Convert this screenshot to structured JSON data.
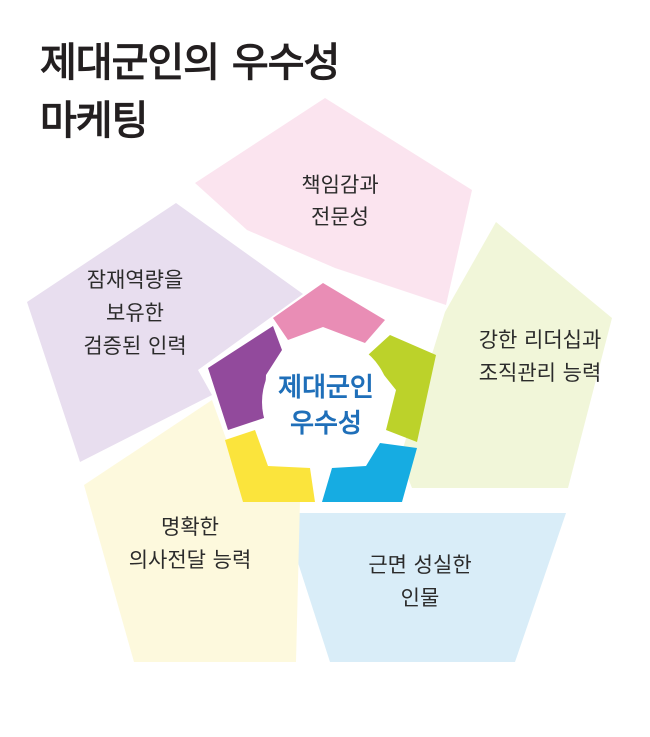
{
  "title": {
    "line1": "제대군인의 우수성",
    "line2": "마케팅"
  },
  "center": {
    "line1": "제대군인",
    "line2": "우수성"
  },
  "segments": [
    {
      "lines": [
        "책임감과",
        "전문성"
      ],
      "panel_color": "#fbe4ef",
      "ring_color": "#e98db5"
    },
    {
      "lines": [
        "강한 리더십과",
        "조직관리 능력"
      ],
      "panel_color": "#f1f6d9",
      "ring_color": "#bcd22a"
    },
    {
      "lines": [
        "근면 성실한",
        "인물"
      ],
      "panel_color": "#d9edf8",
      "ring_color": "#16ace2"
    },
    {
      "lines": [
        "명확한",
        "의사전달 능력"
      ],
      "panel_color": "#fdf9dd",
      "ring_color": "#fbe43c"
    },
    {
      "lines": [
        "잠재역량을",
        "보유한",
        "검증된 인력"
      ],
      "panel_color": "#e8deef",
      "ring_color": "#924a9c"
    }
  ]
}
